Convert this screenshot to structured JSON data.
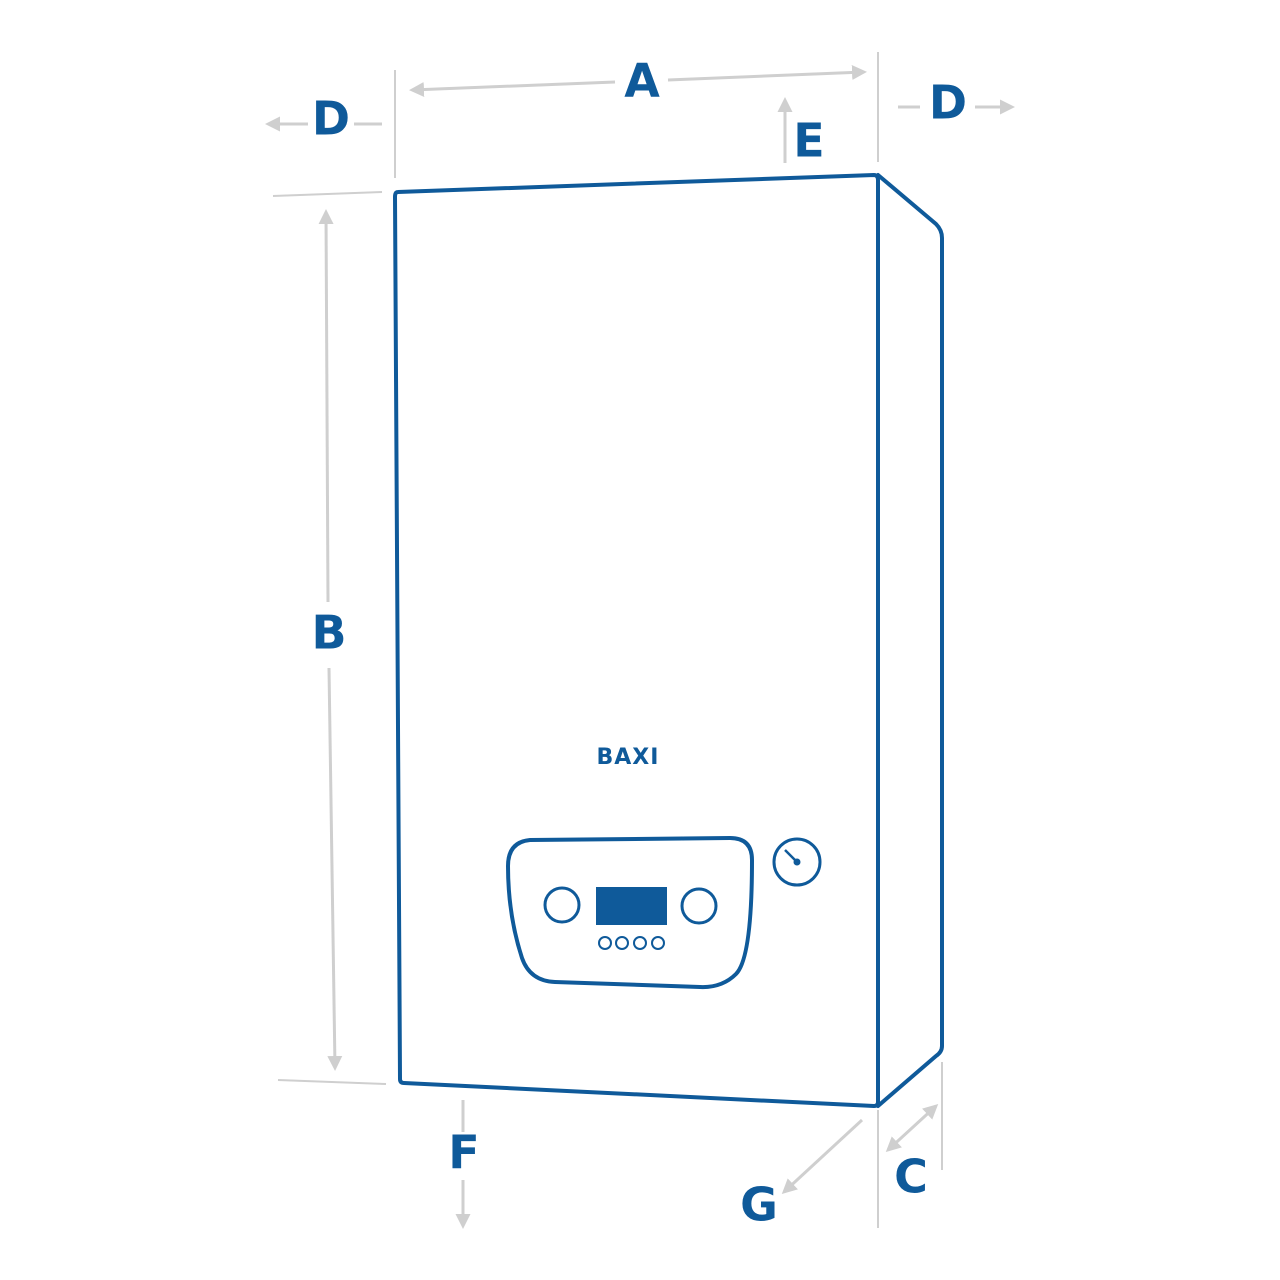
{
  "colors": {
    "accent": "#0f5a9a",
    "dimension": "#cfcfcf",
    "background": "#ffffff"
  },
  "labels": {
    "A": "A",
    "B": "B",
    "C": "C",
    "D_left": "D",
    "D_right": "D",
    "E": "E",
    "F": "F",
    "G": "G"
  },
  "boiler": {
    "brand": "BAXI"
  },
  "icons": {
    "gauge": "pressure-gauge-icon",
    "knob_left": "control-knob-icon",
    "knob_right": "control-knob-icon",
    "display": "lcd-display-icon",
    "buttons": "push-button-icon"
  }
}
